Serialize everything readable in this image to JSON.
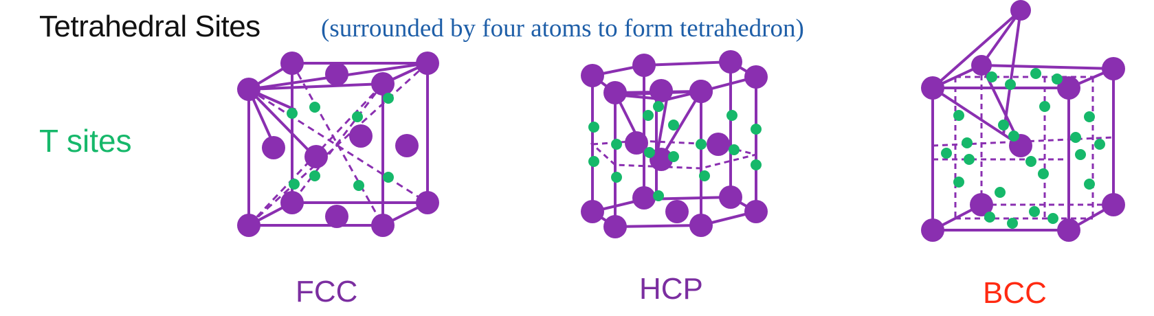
{
  "header": {
    "title": "Tetrahedral Sites",
    "subtitle": "(surrounded by four atoms to form tetrahedron)"
  },
  "legend": {
    "t_sites_label": "T sites"
  },
  "structures": [
    {
      "id": "fcc",
      "label": "FCC"
    },
    {
      "id": "hcp",
      "label": "HCP"
    },
    {
      "id": "bcc",
      "label": "BCC"
    }
  ],
  "colors": {
    "atom": "#8a2fb0",
    "bond": "#8a2fb0",
    "t_site": "#16b86a",
    "title": "#111111",
    "subtitle": "#1f5fa8",
    "bcc_label": "#ff2a12"
  }
}
